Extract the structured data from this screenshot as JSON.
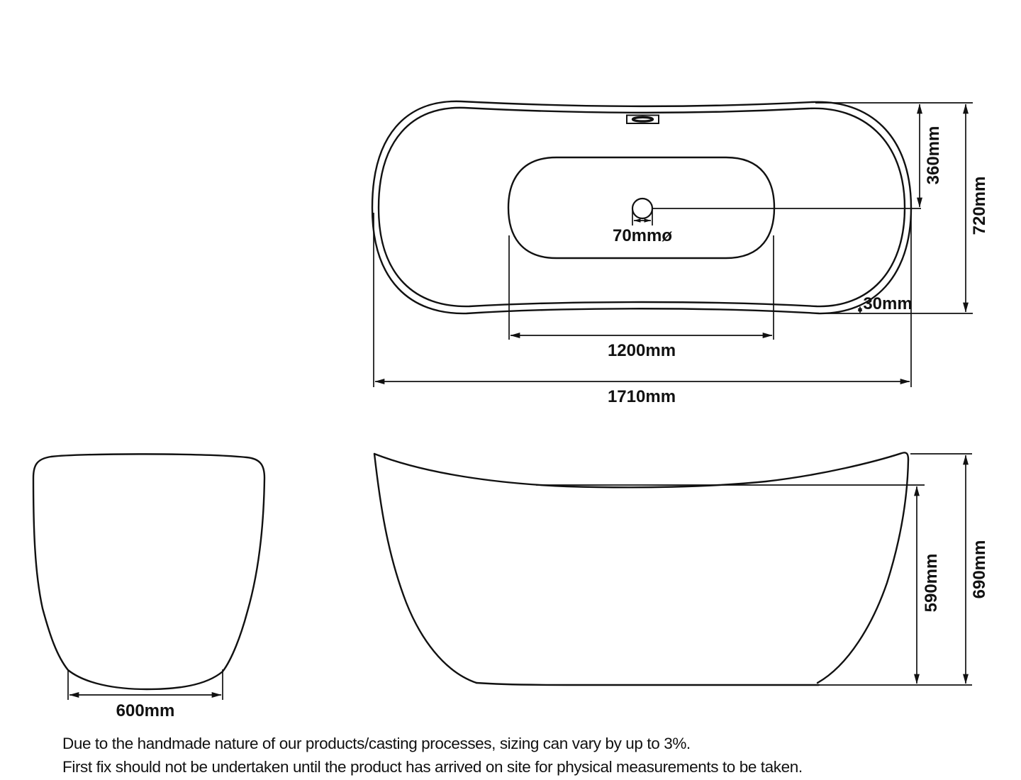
{
  "drawing": {
    "title": "bathtub-dimension-drawing",
    "plan_view": {
      "dims": {
        "drain_offset": "360mm",
        "overall_width": "720mm",
        "rim_lip": "30mm",
        "drain_diameter": "70mmø",
        "basin_length": "1200mm",
        "overall_length": "1710mm"
      }
    },
    "end_view": {
      "dims": {
        "base_width": "600mm"
      }
    },
    "side_view": {
      "dims": {
        "rim_height": "590mm",
        "overall_height": "690mm"
      }
    },
    "notes": {
      "line1": "Due to the handmade nature of our products/casting processes, sizing can vary by up to 3%.",
      "line2": "First fix should not be undertaken until the product has arrived on site for physical measurements to be taken."
    }
  }
}
